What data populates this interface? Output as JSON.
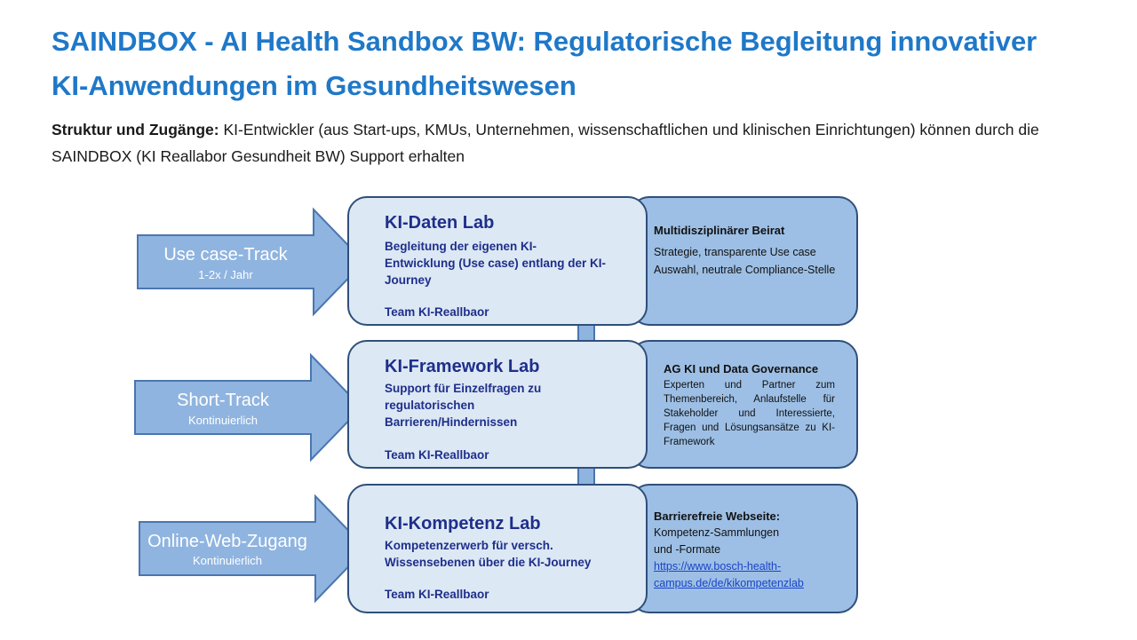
{
  "header": {
    "title_line1": "SAINDBOX - AI Health Sandbox BW: Regulatorische Begleitung innovativer",
    "title_line2": "KI-Anwendungen im Gesundheitswesen",
    "intro_bold": "Struktur und Zugänge:",
    "intro_text": " KI-Entwickler (aus Start-ups, KMUs, Unternehmen, wissenschaftlichen und klinischen Einrichtungen) können durch die SAINDBOX (KI Reallabor Gesundheit BW) Support erhalten"
  },
  "tracks": [
    {
      "label": "Use case-Track",
      "sub": "1-2x / Jahr"
    },
    {
      "label": "Short-Track",
      "sub": "Kontinuierlich"
    },
    {
      "label": "Online-Web-Zugang",
      "sub": "Kontinuierlich"
    }
  ],
  "labs": [
    {
      "title": "KI-Daten Lab",
      "description": "Begleitung der eigenen KI-Entwicklung (Use case) entlang der KI-Journey",
      "team": "Team KI-Reallbaor"
    },
    {
      "title": "KI-Framework Lab",
      "description": "Support für Einzelfragen zu regulatorischen Barrieren/Hindernissen",
      "team": "Team KI-Reallbaor"
    },
    {
      "title": "KI-Kompetenz Lab",
      "description": "Kompetenzerwerb für versch. Wissensebenen über die KI-Journey",
      "team": "Team KI-Reallbaor"
    }
  ],
  "side_boxes": [
    {
      "title": "Multidisziplinärer Beirat",
      "text": "Strategie, transparente Use case Auswahl, neutrale Compliance-Stelle"
    },
    {
      "title": "AG KI und Data Governance",
      "text": "Experten und Partner zum Themenbereich, Anlaufstelle für Stakeholder und Interessierte, Fragen und Lösungsansätze zu KI-Framework"
    },
    {
      "title": "Barrierefreie Webseite:",
      "text": "Kompetenz-Sammlungen und -Formate",
      "link": "https://www.bosch-health-campus.de/de/kikompetenzlab"
    }
  ],
  "colors": {
    "title": "#1f78c8",
    "arrow_fill": "#8fb4e0",
    "arrow_stroke": "#4a76b0",
    "lab_fill": "#dde8f5",
    "side_fill": "#9dbfe5",
    "lab_text": "#1e2f8a"
  }
}
